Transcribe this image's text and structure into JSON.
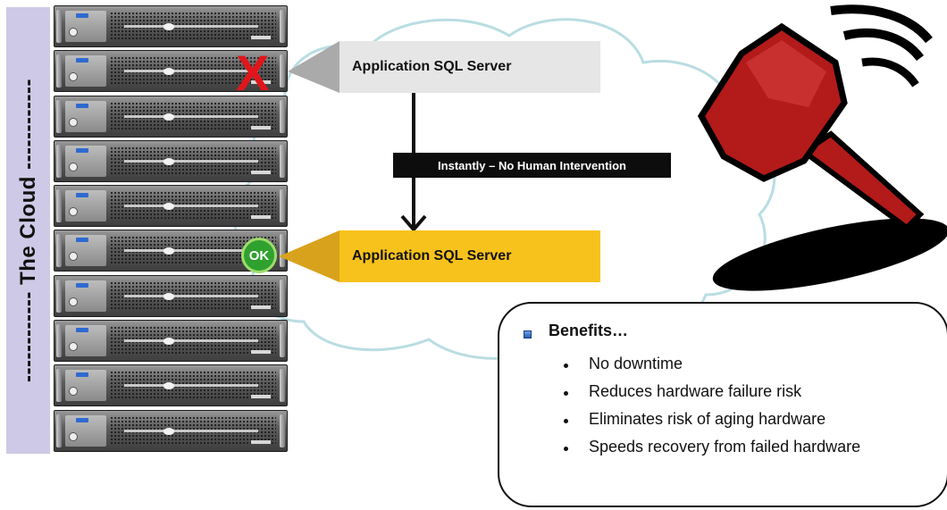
{
  "cloud_label": "------------ The Cloud ------------",
  "rack": {
    "server_count": 10,
    "failed_marker": "X",
    "ok_badge": "OK"
  },
  "callouts": {
    "primary_server": "Application SQL Server",
    "standby_server": "Application SQL Server",
    "transition_label": "Instantly – No Human Intervention"
  },
  "benefits": {
    "heading": "Benefits…",
    "items": [
      "No downtime",
      "Reduces hardware failure risk",
      "Eliminates risk of aging hardware",
      "Speeds recovery from failed hardware"
    ]
  },
  "colors": {
    "cloud_outline": "#b9dde2",
    "band": "#cdc9e6",
    "primary_callout": "#e6e6e6",
    "primary_pointer": "#aaaaaa",
    "standby_callout": "#f7c21b",
    "standby_pointer": "#d9a21c",
    "fail_mark": "#e0161b",
    "ok_badge": "#2fa12f",
    "hammer": "#b31a1a"
  },
  "icons": [
    "cloud-outline",
    "server-rack",
    "x-mark-icon",
    "ok-badge-icon",
    "hammer-icon",
    "down-arrow-icon",
    "bullet-square-icon"
  ]
}
